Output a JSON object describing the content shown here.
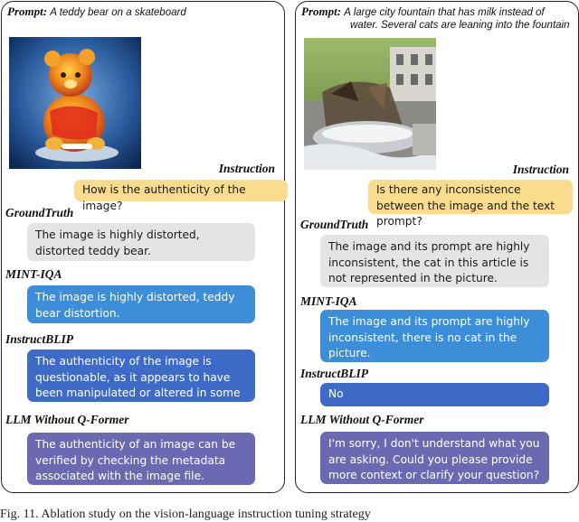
{
  "left": {
    "prompt_label": "Prompt:",
    "prompt_text": "A teddy bear on a skateboard",
    "instruction_label": "Instruction",
    "instruction": "How is the authenticity of the image?",
    "groundtruth_label": "GroundTruth",
    "groundtruth": "The image is highly distorted, distorted teddy bear.",
    "mint_label": "MINT-IQA",
    "mint": "The image is highly distorted, teddy bear distortion.",
    "instructblip_label": "InstructBLIP",
    "instructblip": "The authenticity of the image is questionable, as it appears to have been manipulated or altered in some way.",
    "llm_label": "LLM Without Q-Former",
    "llm": "The authenticity of an image can be verified by checking the metadata associated with the image file."
  },
  "right": {
    "prompt_label": "Prompt:",
    "prompt_text_1": "A large city fountain that has milk instead of",
    "prompt_text_2": "water. Several cats are leaning into the fountain",
    "instruction_label": "Instruction",
    "instruction": "Is there any inconsistence between the image and the text prompt?",
    "groundtruth_label": "GroundTruth",
    "groundtruth": "The image and its prompt are highly inconsistent, the cat in this article is not represented in the picture.",
    "mint_label": "MINT-IQA",
    "mint": "The image and its prompt are highly inconsistent, there is no cat in the picture.",
    "instructblip_label": "InstructBLIP",
    "instructblip": "No",
    "llm_label": "LLM Without Q-Former",
    "llm": "I'm sorry, I don't understand what you are asking. Could you please provide more context or clarify your question?"
  },
  "caption": "Fig. 11.   Ablation study on the vision-language instruction tuning strategy"
}
